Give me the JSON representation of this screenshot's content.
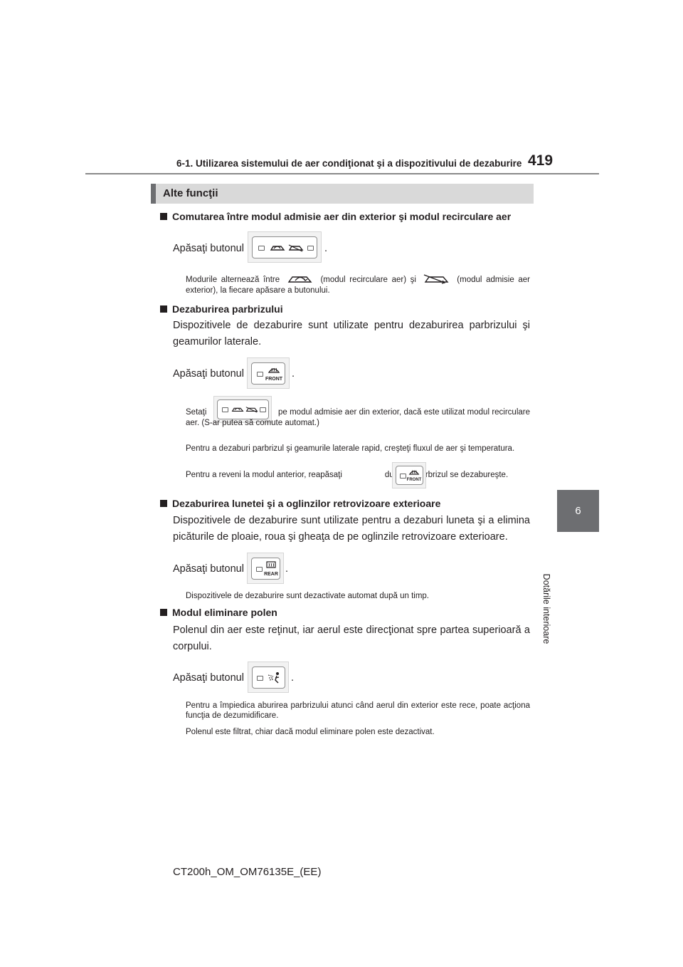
{
  "header": {
    "title": "6-1. Utilizarea sistemului de aer condiţionat şi a dispozitivului de dezaburire",
    "page_number": "419"
  },
  "side_tab": {
    "number": "6",
    "label": "Dotările interioare"
  },
  "section_title": "Alte funcţii",
  "subsections": [
    {
      "heading": "Comutarea între modul admisie aer din exterior şi modul recirculare aer",
      "press_label": "Apăsaţi butonul",
      "press_suffix": ".",
      "note_parts": [
        "Modurile alternează între",
        "(modul recirculare aer) şi",
        "(modul admisie aer exterior), la fiecare apăsare a butonului."
      ]
    },
    {
      "heading": "Dezaburirea parbrizului",
      "body": "Dispozitivele de dezaburire sunt utilizate pentru dezaburirea parbrizului şi geamurilor laterale.",
      "press_label": "Apăsaţi butonul",
      "press_suffix": ".",
      "notes": [
        [
          "Setaţi",
          "pe modul admisie aer din exterior, dacă este utilizat modul recirculare aer. (S-ar putea să comute automat.)"
        ],
        [
          "Pentru a dezaburi parbrizul şi geamurile laterale rapid, creşteţi fluxul de aer şi temperatura."
        ],
        [
          "Pentru a reveni la modul anterior, reapăsaţi",
          "după ce parbrizul se dezabureşte."
        ]
      ]
    },
    {
      "heading": "Dezaburirea lunetei şi a oglinzilor retrovizoare exterioare",
      "body": "Dispozitivele de dezaburire sunt utilizate pentru a dezaburi luneta şi a elimina picăturile de ploaie, roua şi gheaţa de pe oglinzile retrovizoare exterioare.",
      "press_label": "Apăsaţi butonul",
      "press_suffix": ".",
      "note": "Dispozitivele de dezaburire sunt dezactivate automat după un timp."
    },
    {
      "heading": "Modul eliminare polen",
      "body": "Polenul din aer este reţinut, iar aerul este direcţionat spre partea superioară a corpului.",
      "press_label": "Apăsaţi butonul",
      "press_suffix": ".",
      "notes": [
        "Pentru a împiedica aburirea parbrizului atunci când aerul din exterior este rece, poate acţiona funcţia de dezumidificare.",
        "Polenul este filtrat, chiar dacă modul eliminare polen este dezactivat."
      ]
    }
  ],
  "button_labels": {
    "front": "FRONT",
    "rear": "REAR"
  },
  "icons": [
    "recirculation-button-icon",
    "car-recirculation-icon",
    "car-fresh-air-icon",
    "front-defogger-button-icon",
    "rear-defogger-button-icon",
    "pollen-mode-button-icon"
  ],
  "footer": "CT200h_OM_OM76135E_(EE)"
}
